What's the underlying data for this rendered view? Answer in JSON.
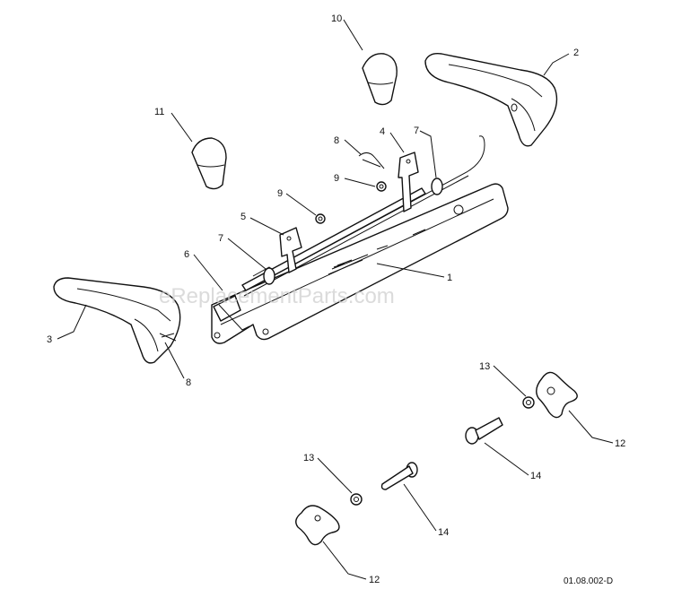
{
  "callouts": {
    "c1": "1",
    "c2": "2",
    "c3": "3",
    "c4": "4",
    "c5": "5",
    "c6": "6",
    "c7a": "7",
    "c7b": "7",
    "c8a": "8",
    "c8b": "8",
    "c9a": "9",
    "c9b": "9",
    "c10": "10",
    "c11": "11",
    "c12a": "12",
    "c12b": "12",
    "c13a": "13",
    "c13b": "13",
    "c14a": "14",
    "c14b": "14"
  },
  "watermark": "eReplacementParts.com",
  "diagram_code": "01.08.002-D"
}
